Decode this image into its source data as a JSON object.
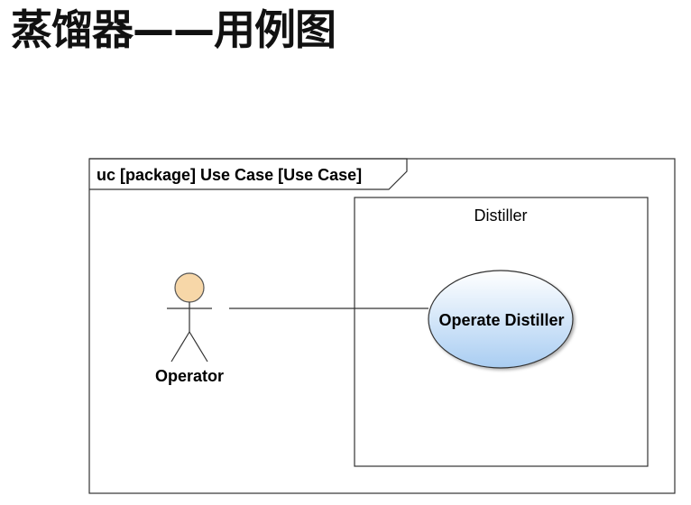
{
  "page": {
    "title": "蒸馏器——用例图"
  },
  "diagram": {
    "frame_label": "uc [package] Use Case [Use Case]",
    "system_boundary": "Distiller",
    "actor": {
      "name": "Operator",
      "head_color": "#f7d7a8"
    },
    "use_case": {
      "name": "Operate Distiller",
      "fill_top": "#ffffff",
      "fill_bottom": "#a9cdf2"
    }
  }
}
